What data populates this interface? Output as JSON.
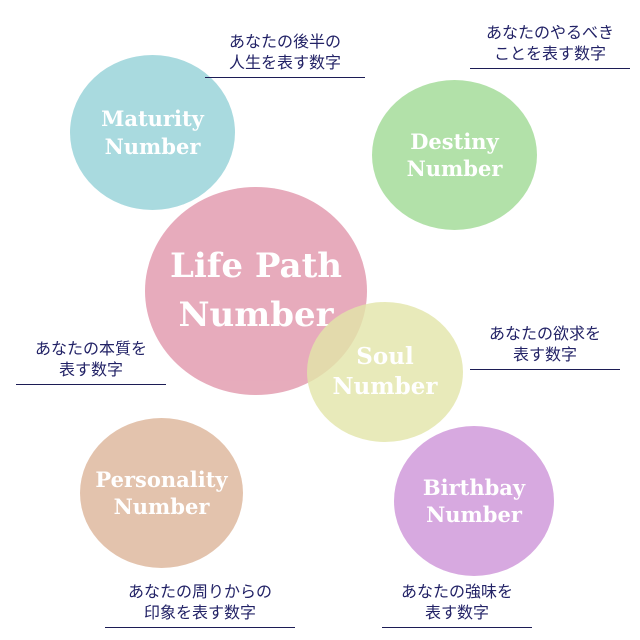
{
  "circles": {
    "maturity": {
      "label": "Maturity\nNumber",
      "color": "#a9dadf"
    },
    "destiny": {
      "label": "Destiny\nNumber",
      "color": "#b2e1a9"
    },
    "life_path": {
      "label": "Life Path\nNumber",
      "color": "#e4a0b3"
    },
    "soul": {
      "label": "Soul\nNumber",
      "color": "#e3e6a9"
    },
    "personality": {
      "label": "Personality\nNumber",
      "color": "#e3c3ad"
    },
    "birthbay": {
      "label": "Birthbay\nNumber",
      "color": "#d7a9e0"
    }
  },
  "annotations": {
    "maturity": "あなたの後半の\n人生を表す数字",
    "destiny": "あなたのやるべき\nことを表す数字",
    "essence": "あなたの本質を\n表す数字",
    "desire": "あなたの欲求を\n表す数字",
    "personality": "あなたの周りからの\n印象を表す数字",
    "birthbay": "あなたの強味を\n表す数字"
  }
}
